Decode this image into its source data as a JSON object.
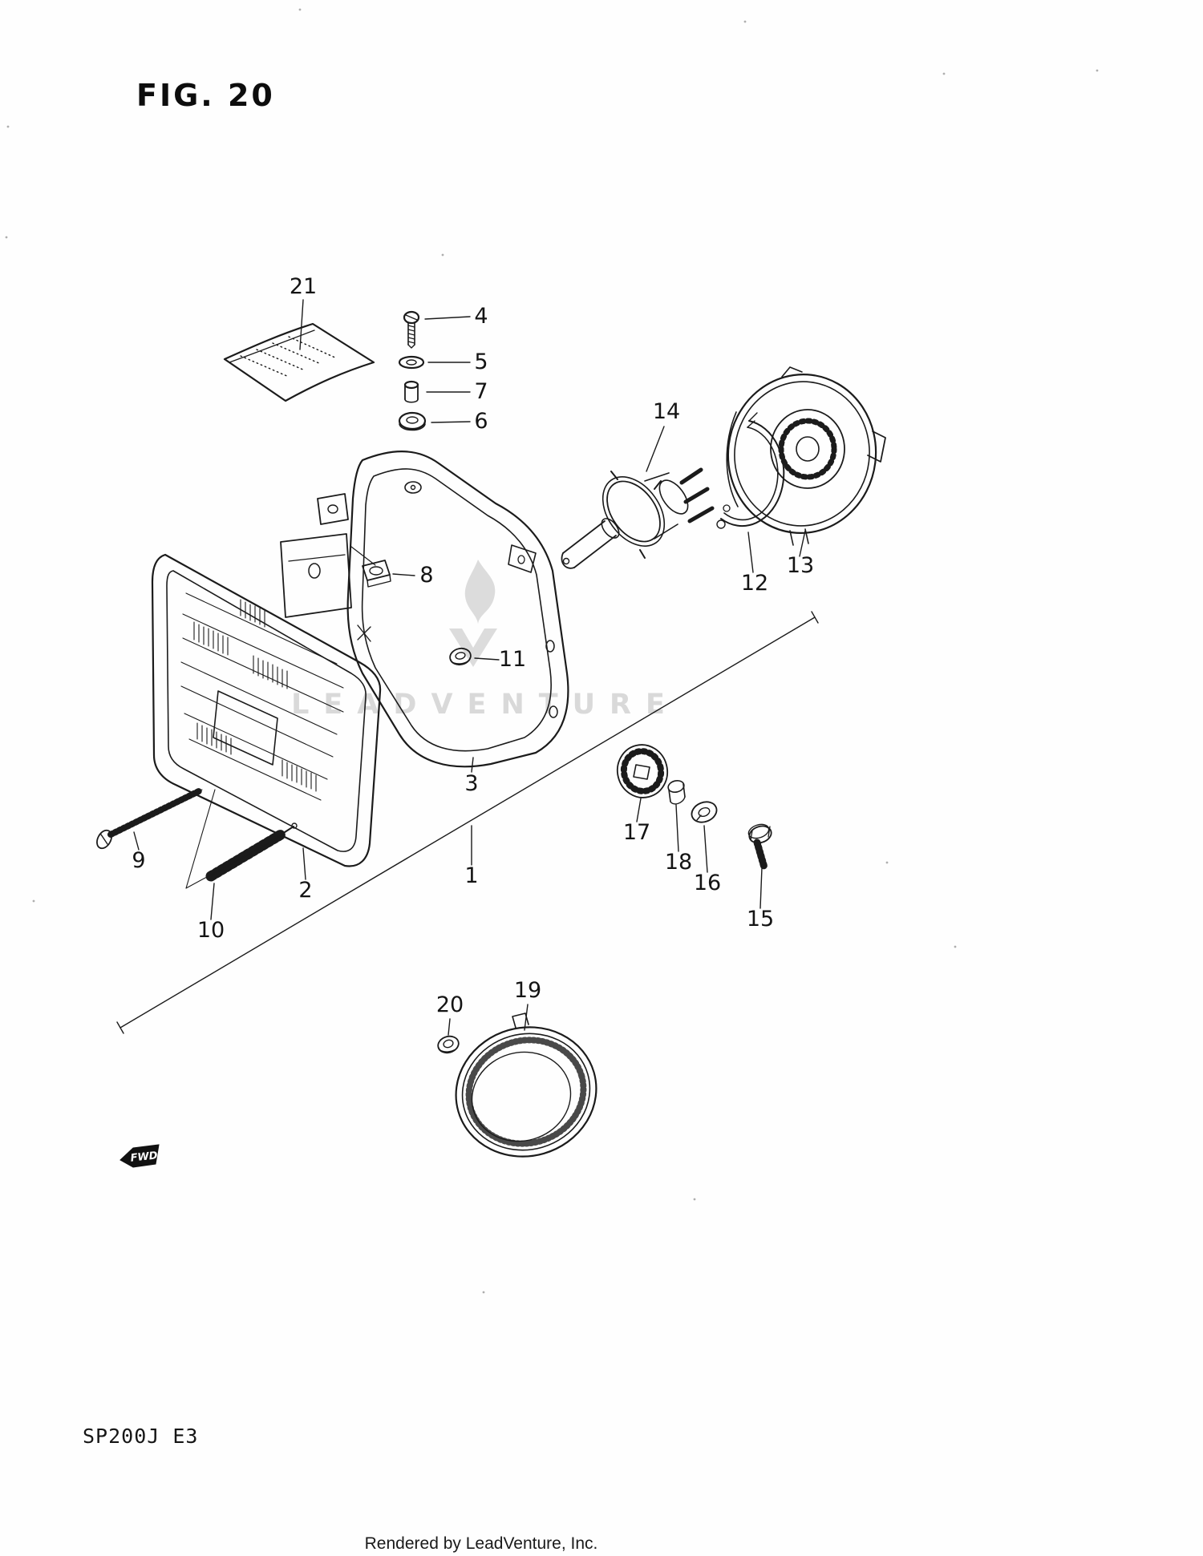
{
  "page": {
    "title": "FIG. 20",
    "model_code": "SP200J  E3",
    "credit": "Rendered by LeadVenture, Inc.",
    "watermark": "LEADVENTURE",
    "fwd_label": "FWD"
  },
  "diagram": {
    "figure_number": "20",
    "type": "exploded-parts-diagram",
    "part_numbers": [
      "1",
      "2",
      "3",
      "4",
      "5",
      "6",
      "7",
      "8",
      "9",
      "10",
      "11",
      "12",
      "13",
      "14",
      "15",
      "16",
      "17",
      "18",
      "19",
      "20",
      "21"
    ]
  },
  "labels": {
    "1": "1",
    "2": "2",
    "3": "3",
    "4": "4",
    "5": "5",
    "6": "6",
    "7": "7",
    "8": "8",
    "9": "9",
    "10": "10",
    "11": "11",
    "12": "12",
    "13": "13",
    "14": "14",
    "15": "15",
    "16": "16",
    "17": "17",
    "18": "18",
    "19": "19",
    "20": "20",
    "21": "21"
  }
}
